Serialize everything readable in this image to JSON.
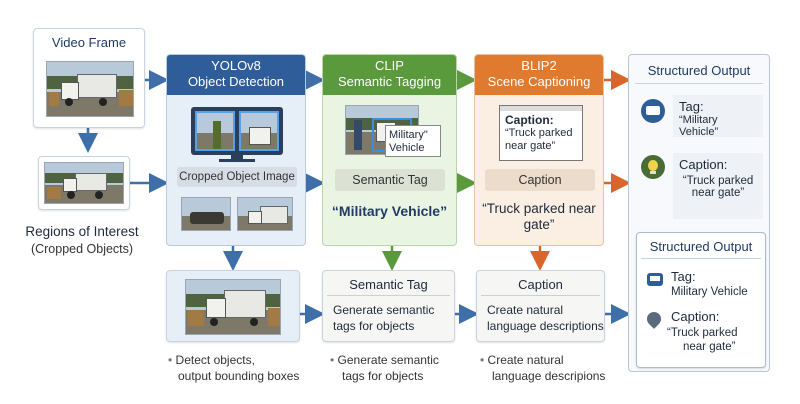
{
  "colors": {
    "blue_header": "#2f5d9a",
    "green_header": "#5a9a3c",
    "orange_header": "#e07a2f",
    "arrow_blue": "#3f6fa8",
    "arrow_green": "#5a9a3c",
    "arrow_orange": "#d9652a",
    "panel_blue_bg": "#e6eef8",
    "panel_green_bg": "#eaf4e3",
    "panel_orange_bg": "#fbefe4"
  },
  "video_frame": {
    "title": "Video Frame"
  },
  "roi": {
    "title": "Regions of Interest",
    "subtitle": "(Cropped Objects)"
  },
  "yolo": {
    "title_line1": "YOLOv8",
    "title_line2": "Object Detection",
    "crop_label": "Cropped Object Image"
  },
  "clip": {
    "title_line1": "CLIP",
    "title_line2": "Semantic Tagging",
    "overlay_line1": "Military\"",
    "overlay_line2": "Vehicle",
    "tag_label": "Semantic Tag",
    "tag_value": "“Military Vehicle”"
  },
  "blip": {
    "title_line1": "BLIP2",
    "title_line2": "Scene Captioning",
    "card_title": "Caption:",
    "card_line1": "“Truck parked",
    "card_line2": "near gate”",
    "caption_label": "Caption",
    "caption_value_line1": "“Truck parked near",
    "caption_value_line2": "gate”"
  },
  "output_top": {
    "title": "Structured Output",
    "tag_label": "Tag:",
    "tag_value": "“Military Vehicle”",
    "caption_label": "Caption:",
    "caption_line1": "“Truck parked",
    "caption_line2": "near gate”"
  },
  "output_bottom": {
    "title": "Structured Output",
    "tag_label": "Tag:",
    "tag_value": "Military Vehicle",
    "caption_label": "Caption:",
    "caption_line1": "“Truck parked",
    "caption_line2": "near gate”"
  },
  "bottom_row": {
    "semantic_title": "Semantic Tag",
    "semantic_line1": "Generate semantic",
    "semantic_line2": "tags for objects",
    "caption_title": "Caption",
    "caption_line1": "Create natural",
    "caption_line2": "language descriptions"
  },
  "bullets": {
    "b1_line1": "Detect objects,",
    "b1_line2": "output bounding boxes",
    "b2_line1": "Generate semantic",
    "b2_line2": "tags for objects",
    "b3_line1": "Create natural",
    "b3_line2": "language descripions"
  },
  "icons": [
    "bus-icon",
    "lightbulb-icon",
    "pin-icon"
  ]
}
